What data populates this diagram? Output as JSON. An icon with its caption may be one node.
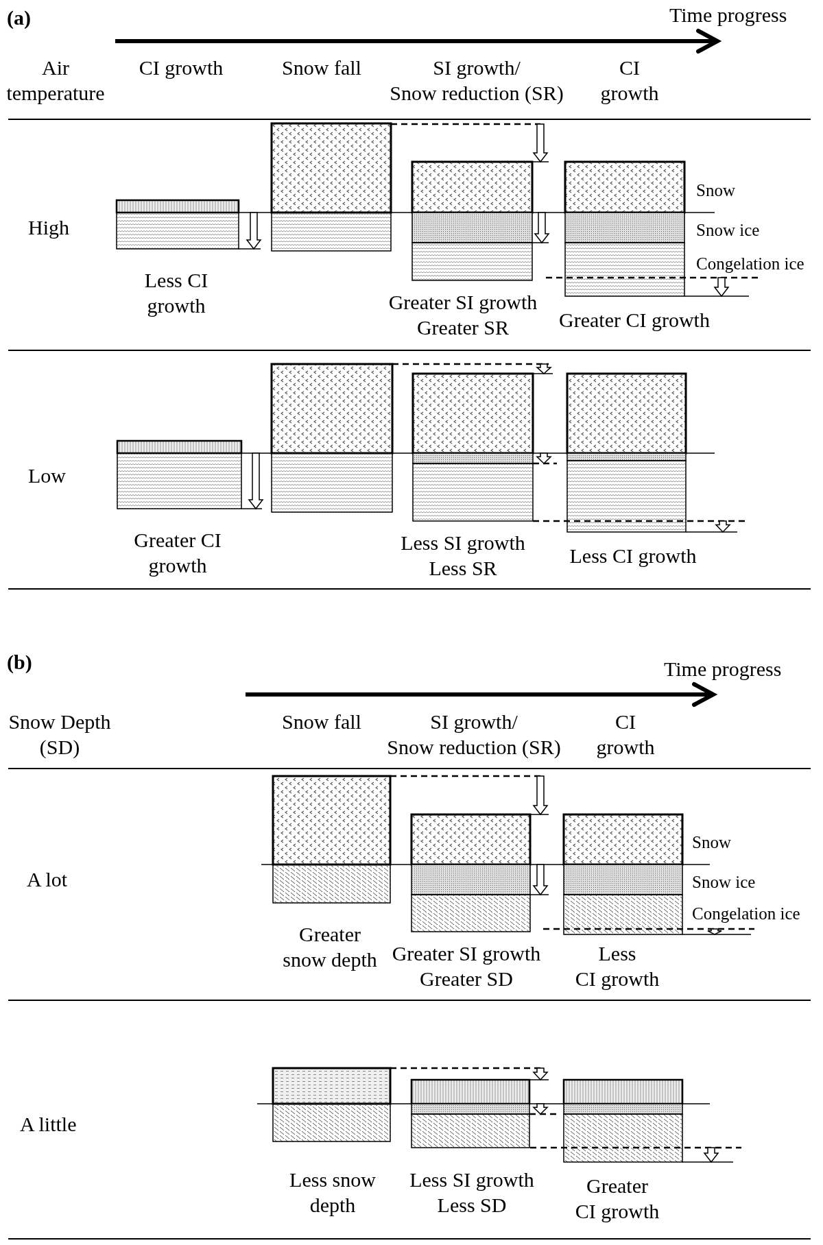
{
  "diagram": {
    "labels": [
      "(a)",
      "Time progress",
      "Air temperature",
      "CI growth",
      "Snow fall",
      "SI growth/ Snow reduction (SR)",
      "CI growth",
      "High",
      "Snow",
      "Snow ice",
      "Congelation ice",
      "Less CI growth",
      "Greater SI growth Greater SR",
      "Greater CI growth",
      "Low",
      "Greater CI growth",
      "Less SI growth Less SR",
      "Less CI growth",
      "(b)",
      "Time progress",
      "Snow Depth (SD)",
      "Snow fall",
      "SI growth/ Snow reduction (SR)",
      "CI growth",
      "A lot",
      "Snow",
      "Snow ice",
      "Congelation ice",
      "Greater snow depth",
      "Greater SI growth Greater SD",
      "Less CI growth",
      "A little",
      "Less snow depth",
      "Less SI growth Less SD",
      "Greater CI growth"
    ]
  }
}
